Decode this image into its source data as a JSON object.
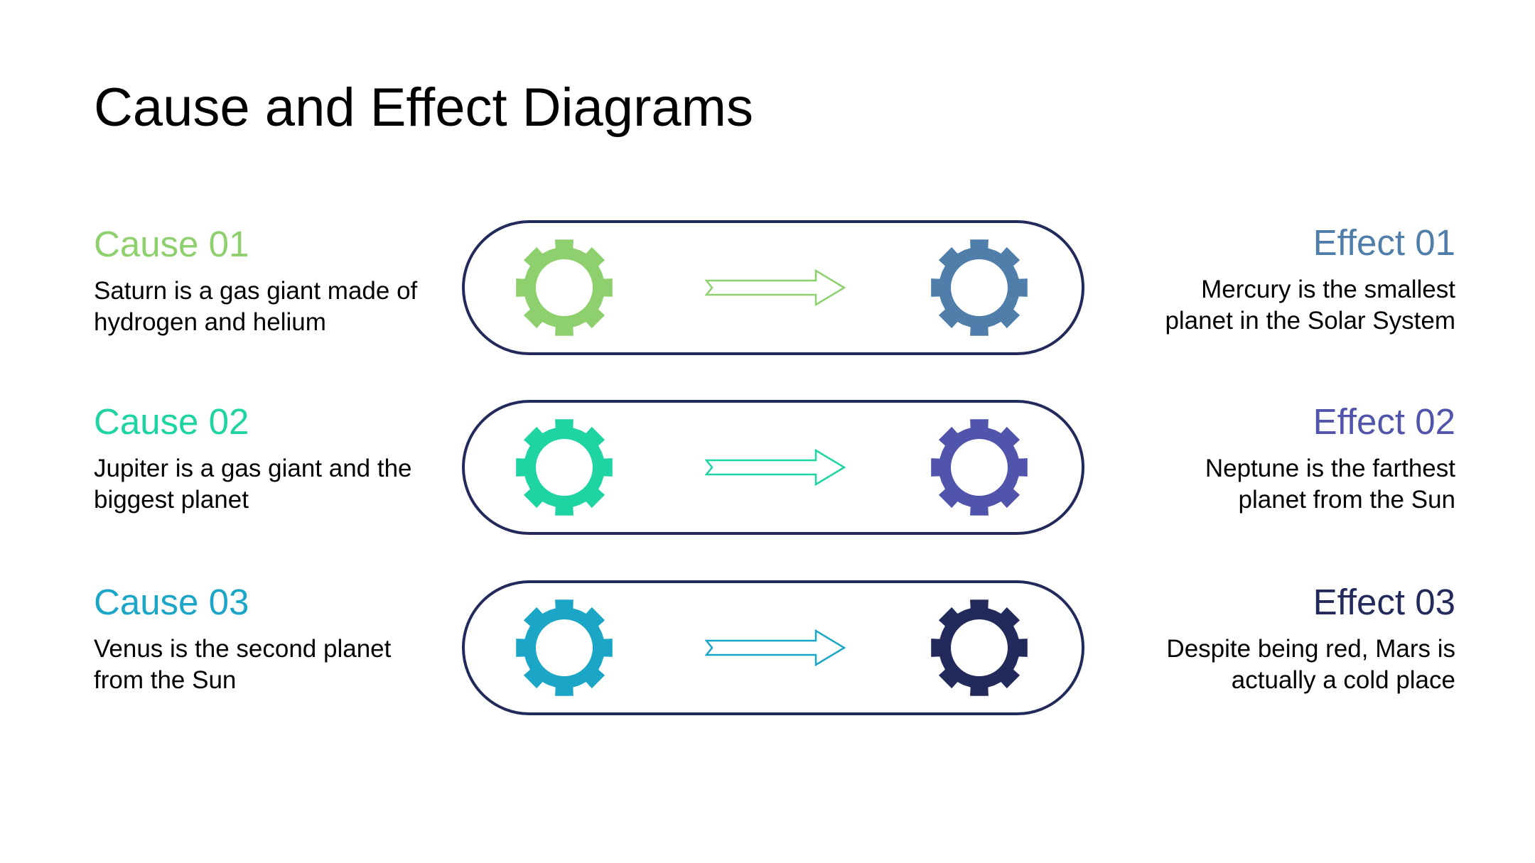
{
  "title": "Cause and Effect Diagrams",
  "outline_color": "#222a5b",
  "rows": [
    {
      "cause": {
        "heading": "Cause 01",
        "text": "Saturn is a gas giant made of hydrogen and helium",
        "color": "#8fd06e",
        "icon": "gear-icon"
      },
      "arrow_color": "#8fd06e",
      "effect": {
        "heading": "Effect 01",
        "text": "Mercury is the smallest planet in the Solar System",
        "color": "#4f7eaa",
        "icon": "gear-icon"
      }
    },
    {
      "cause": {
        "heading": "Cause 02",
        "text": "Jupiter is a gas giant and the biggest planet",
        "color": "#1dd4a2",
        "icon": "gear-icon"
      },
      "arrow_color": "#1dd4a2",
      "effect": {
        "heading": "Effect 02",
        "text": "Neptune is the farthest planet from the Sun",
        "color": "#5055ab",
        "icon": "gear-icon"
      }
    },
    {
      "cause": {
        "heading": "Cause 03",
        "text": "Venus is the second planet from the Sun",
        "color": "#1ba6c8",
        "icon": "gear-icon"
      },
      "arrow_color": "#1ba6c8",
      "effect": {
        "heading": "Effect 03",
        "text": "Despite being red, Mars is actually a cold place",
        "color": "#222a5b",
        "icon": "gear-icon"
      }
    }
  ]
}
